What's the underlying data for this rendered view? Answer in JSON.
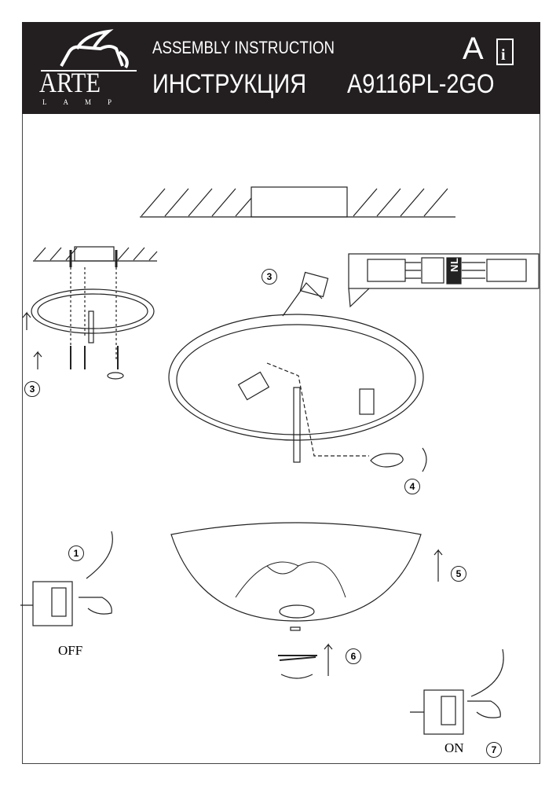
{
  "header": {
    "brand": "ARTE",
    "brand_sub": "LAMP",
    "title_en": "ASSEMBLY INSTRUCTION",
    "title_ru": "ИНСТРУКЦИЯ",
    "lang_mark": "A",
    "model": "A9116PL-2GO",
    "info_icon": "manual-info-icon"
  },
  "wiring": {
    "neutral": "N",
    "live": "L",
    "ground_icon": "ground-icon"
  },
  "steps": [
    "1",
    "3",
    "3",
    "4",
    "5",
    "6",
    "7"
  ],
  "labels": {
    "off": "OFF",
    "on": "ON"
  }
}
